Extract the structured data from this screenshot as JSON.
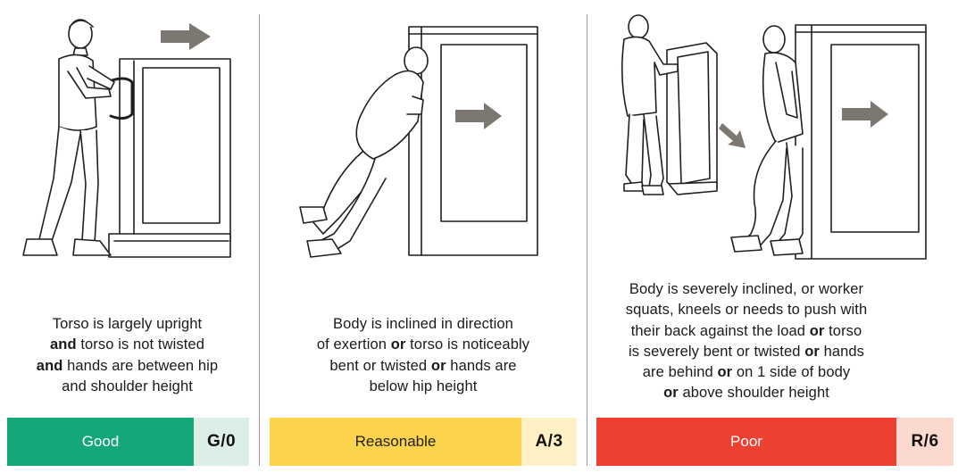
{
  "panels": [
    {
      "description": [
        [
          {
            "t": "Torso is largely upright",
            "b": false
          }
        ],
        [
          {
            "t": "and",
            "b": true
          },
          {
            "t": " torso is not twisted",
            "b": false
          }
        ],
        [
          {
            "t": "and",
            "b": true
          },
          {
            "t": " hands are between hip",
            "b": false
          }
        ],
        [
          {
            "t": "and shoulder height",
            "b": false
          }
        ]
      ],
      "rating_label": "Good",
      "rating_code": "G/0",
      "colors": {
        "main": "#14a77a",
        "code_bg": "#dcefe6",
        "label_text": "#ffffff"
      }
    },
    {
      "description": [
        [
          {
            "t": "Body is inclined in direction",
            "b": false
          }
        ],
        [
          {
            "t": "of exertion ",
            "b": false
          },
          {
            "t": "or",
            "b": true
          },
          {
            "t": " torso is noticeably",
            "b": false
          }
        ],
        [
          {
            "t": "bent or twisted ",
            "b": false
          },
          {
            "t": "or",
            "b": true
          },
          {
            "t": " hands are",
            "b": false
          }
        ],
        [
          {
            "t": "below hip height",
            "b": false
          }
        ]
      ],
      "rating_label": "Reasonable",
      "rating_code": "A/3",
      "colors": {
        "main": "#fcd34d",
        "code_bg": "#fdf0c4",
        "label_text": "#222222"
      }
    },
    {
      "description": [
        [
          {
            "t": "Body is severely inclined, or worker",
            "b": false
          }
        ],
        [
          {
            "t": "squats, kneels or needs to push with",
            "b": false
          }
        ],
        [
          {
            "t": "their back against the load ",
            "b": false
          },
          {
            "t": "or",
            "b": true
          },
          {
            "t": " torso",
            "b": false
          }
        ],
        [
          {
            "t": "is severely bent or twisted ",
            "b": false
          },
          {
            "t": "or",
            "b": true
          },
          {
            "t": " hands",
            "b": false
          }
        ],
        [
          {
            "t": "are behind ",
            "b": false
          },
          {
            "t": "or",
            "b": true
          },
          {
            "t": " on 1 side of body",
            "b": false
          }
        ],
        [
          {
            "t": "or",
            "b": true
          },
          {
            "t": " above shoulder height",
            "b": false
          }
        ]
      ],
      "rating_label": "Poor",
      "rating_code": "R/6",
      "colors": {
        "main": "#ee4031",
        "code_bg": "#fbd9cf",
        "label_text": "#ffffff"
      }
    }
  ],
  "colors": {
    "arrow": "#7c7770",
    "line": "#1f1f1f",
    "divider": "#9a9a9a"
  }
}
